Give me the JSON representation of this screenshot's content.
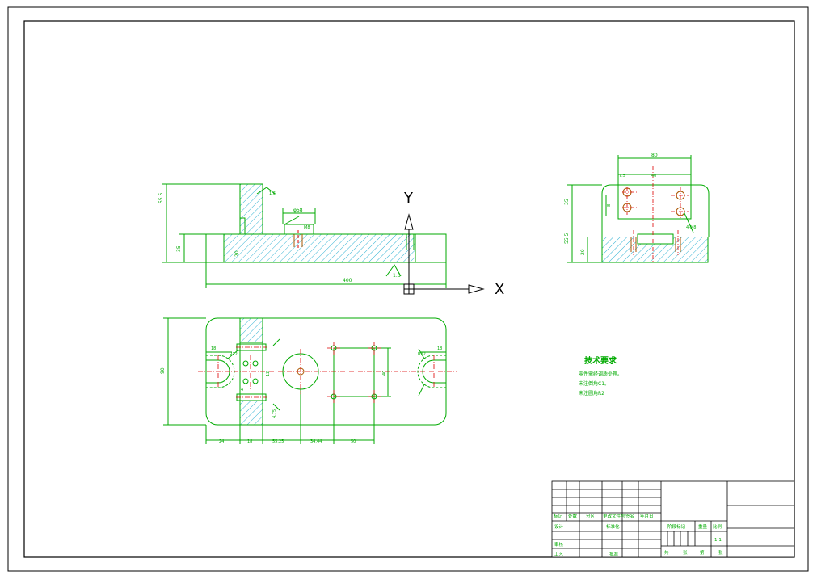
{
  "colors": {
    "paper": "#ffffff",
    "border": "#000000",
    "outline": "#00aa00",
    "hatch": "#00a0c8",
    "center": "#dd0000",
    "hole": "#aa5500",
    "axis": "#000000"
  },
  "axes": {
    "x_label": "X",
    "y_label": "Y"
  },
  "front_view": {
    "overall_height": "55.5",
    "base_height": "35",
    "overall_length": "400",
    "step": "20",
    "top_dim": "φ58",
    "thread": "M8",
    "roughness": "1.6",
    "roughness2": "1.6"
  },
  "top_view": {
    "overall_width": "90",
    "slot_w_left": "18",
    "slot_w_right": "18",
    "d1": "24",
    "d2": "18",
    "d3": "55.25",
    "d4": "34.44",
    "d5": "50",
    "dim_r1": "R12",
    "dim_r2": "R12",
    "dim_h": "40",
    "dim_a": "12",
    "dim_b": "4",
    "dim_c": "4.75"
  },
  "side_view": {
    "width": "80",
    "d_small": "7.5",
    "d_mid": "40",
    "h1": "35",
    "h2": "55.5",
    "h3": "20",
    "h4": "8",
    "note": "4-M8"
  },
  "tech_req": {
    "title": "技术要求",
    "lines": [
      "零件需经调质处理。",
      "未注倒角C1。",
      "未注圆角R2"
    ]
  },
  "title_block": {
    "row_headers": [
      "标记",
      "处数",
      "分区",
      "更改文件号",
      "签名",
      "年月日"
    ],
    "design": "设计",
    "standard": "标准化",
    "review": "审核",
    "process": "工艺",
    "approve": "批准",
    "stage": "阶段标记",
    "weight": "重量",
    "scale_label": "比例",
    "scale": "1:1",
    "sheets": [
      "共",
      "张",
      "第",
      "张"
    ]
  }
}
